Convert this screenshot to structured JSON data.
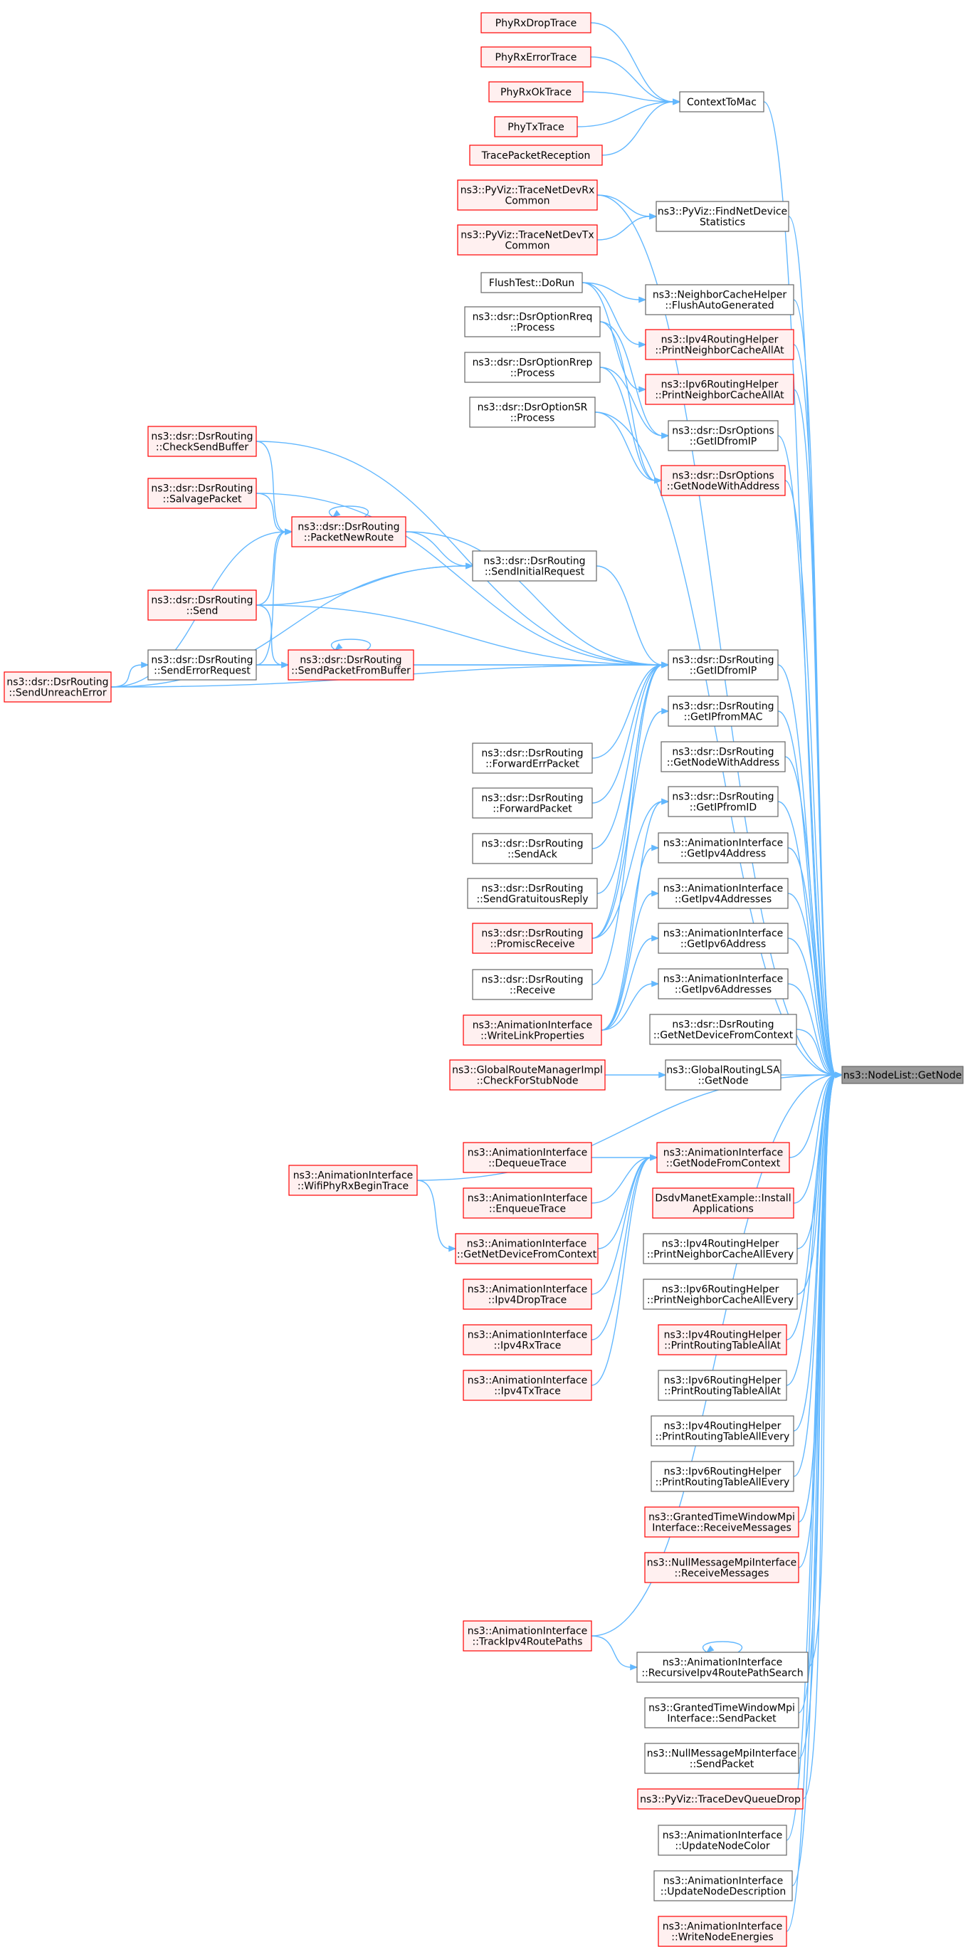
{
  "colors": {
    "edge": "#63b8ff",
    "red_border": "#ff0000",
    "red_fill": "#fff0f0",
    "gray_fill": "#999999",
    "default_border": "#666666"
  },
  "nodes": {
    "PhyRxDropTrace": {
      "lines": [
        "PhyRxDropTrace"
      ],
      "style": "red"
    },
    "PhyRxErrorTrace": {
      "lines": [
        "PhyRxErrorTrace"
      ],
      "style": "red"
    },
    "PhyRxOkTrace": {
      "lines": [
        "PhyRxOkTrace"
      ],
      "style": "red"
    },
    "PhyTxTrace": {
      "lines": [
        "PhyTxTrace"
      ],
      "style": "red"
    },
    "TracePacketReception": {
      "lines": [
        "TracePacketReception"
      ],
      "style": "red"
    },
    "ContextToMac": {
      "lines": [
        "ContextToMac"
      ],
      "style": "normal"
    },
    "TraceNetDevRxCommon": {
      "lines": [
        "ns3::PyViz::TraceNetDevRx",
        "Common"
      ],
      "style": "red"
    },
    "TraceNetDevTxCommon": {
      "lines": [
        "ns3::PyViz::TraceNetDevTx",
        "Common"
      ],
      "style": "red"
    },
    "FindNetDeviceStatistics": {
      "lines": [
        "ns3::PyViz::FindNetDevice",
        "Statistics"
      ],
      "style": "normal"
    },
    "FlushTestDoRun": {
      "lines": [
        "FlushTest::DoRun"
      ],
      "style": "normal"
    },
    "FlushAutoGenerated": {
      "lines": [
        "ns3::NeighborCacheHelper",
        "::FlushAutoGenerated"
      ],
      "style": "normal"
    },
    "Ipv4PrintNeighborCacheAllAt": {
      "lines": [
        "ns3::Ipv4RoutingHelper",
        "::PrintNeighborCacheAllAt"
      ],
      "style": "red"
    },
    "Ipv6PrintNeighborCacheAllAt": {
      "lines": [
        "ns3::Ipv6RoutingHelper",
        "::PrintNeighborCacheAllAt"
      ],
      "style": "red"
    },
    "DsrOptionRreqProcess": {
      "lines": [
        "ns3::dsr::DsrOptionRreq",
        "::Process"
      ],
      "style": "normal"
    },
    "DsrOptionRrepProcess": {
      "lines": [
        "ns3::dsr::DsrOptionRrep",
        "::Process"
      ],
      "style": "normal"
    },
    "DsrOptionSRProcess": {
      "lines": [
        "ns3::dsr::DsrOptionSR",
        "::Process"
      ],
      "style": "normal"
    },
    "DsrOptionsGetIDfromIP": {
      "lines": [
        "ns3::dsr::DsrOptions",
        "::GetIDfromIP"
      ],
      "style": "normal"
    },
    "DsrOptionsGetNodeWithAddress": {
      "lines": [
        "ns3::dsr::DsrOptions",
        "::GetNodeWithAddress"
      ],
      "style": "red"
    },
    "CheckSendBuffer": {
      "lines": [
        "ns3::dsr::DsrRouting",
        "::CheckSendBuffer"
      ],
      "style": "red"
    },
    "SalvagePacket": {
      "lines": [
        "ns3::dsr::DsrRouting",
        "::SalvagePacket"
      ],
      "style": "red"
    },
    "PacketNewRoute": {
      "lines": [
        "ns3::dsr::DsrRouting",
        "::PacketNewRoute"
      ],
      "style": "red"
    },
    "SendInitialRequest": {
      "lines": [
        "ns3::dsr::DsrRouting",
        "::SendInitialRequest"
      ],
      "style": "normal"
    },
    "Send": {
      "lines": [
        "ns3::dsr::DsrRouting",
        "::Send"
      ],
      "style": "red"
    },
    "SendErrorRequest": {
      "lines": [
        "ns3::dsr::DsrRouting",
        "::SendErrorRequest"
      ],
      "style": "normal"
    },
    "SendPacketFromBuffer": {
      "lines": [
        "ns3::dsr::DsrRouting",
        "::SendPacketFromBuffer"
      ],
      "style": "red"
    },
    "SendUnreachError": {
      "lines": [
        "ns3::dsr::DsrRouting",
        "::SendUnreachError"
      ],
      "style": "red"
    },
    "DsrRoutingGetIDfromIP": {
      "lines": [
        "ns3::dsr::DsrRouting",
        "::GetIDfromIP"
      ],
      "style": "normal"
    },
    "GetIPfromMAC": {
      "lines": [
        "ns3::dsr::DsrRouting",
        "::GetIPfromMAC"
      ],
      "style": "normal"
    },
    "DsrRoutingGetNodeWithAddress": {
      "lines": [
        "ns3::dsr::DsrRouting",
        "::GetNodeWithAddress"
      ],
      "style": "normal"
    },
    "GetIPfromID": {
      "lines": [
        "ns3::dsr::DsrRouting",
        "::GetIPfromID"
      ],
      "style": "normal"
    },
    "ForwardErrPacket": {
      "lines": [
        "ns3::dsr::DsrRouting",
        "::ForwardErrPacket"
      ],
      "style": "normal"
    },
    "ForwardPacket": {
      "lines": [
        "ns3::dsr::DsrRouting",
        "::ForwardPacket"
      ],
      "style": "normal"
    },
    "SendAck": {
      "lines": [
        "ns3::dsr::DsrRouting",
        "::SendAck"
      ],
      "style": "normal"
    },
    "SendGratuitousReply": {
      "lines": [
        "ns3::dsr::DsrRouting",
        "::SendGratuitousReply"
      ],
      "style": "normal"
    },
    "PromiscReceive": {
      "lines": [
        "ns3::dsr::DsrRouting",
        "::PromiscReceive"
      ],
      "style": "red"
    },
    "Receive": {
      "lines": [
        "ns3::dsr::DsrRouting",
        "::Receive"
      ],
      "style": "normal"
    },
    "WriteLinkProperties": {
      "lines": [
        "ns3::AnimationInterface",
        "::WriteLinkProperties"
      ],
      "style": "red"
    },
    "GetIpv4Address": {
      "lines": [
        "ns3::AnimationInterface",
        "::GetIpv4Address"
      ],
      "style": "normal"
    },
    "GetIpv4Addresses": {
      "lines": [
        "ns3::AnimationInterface",
        "::GetIpv4Addresses"
      ],
      "style": "normal"
    },
    "GetIpv6Address": {
      "lines": [
        "ns3::AnimationInterface",
        "::GetIpv6Address"
      ],
      "style": "normal"
    },
    "GetIpv6Addresses": {
      "lines": [
        "ns3::AnimationInterface",
        "::GetIpv6Addresses"
      ],
      "style": "normal"
    },
    "GetNetDeviceFromContextDsr": {
      "lines": [
        "ns3::dsr::DsrRouting",
        "::GetNetDeviceFromContext"
      ],
      "style": "normal"
    },
    "CheckForStubNode": {
      "lines": [
        "ns3::GlobalRouteManagerImpl",
        "::CheckForStubNode"
      ],
      "style": "red"
    },
    "GlobalRoutingLSAGetNode": {
      "lines": [
        "ns3::GlobalRoutingLSA",
        "::GetNode"
      ],
      "style": "normal"
    },
    "NodeListGetNode": {
      "lines": [
        "ns3::NodeList::GetNode"
      ],
      "style": "gray"
    },
    "WifiPhyRxBeginTrace": {
      "lines": [
        "ns3::AnimationInterface",
        "::WifiPhyRxBeginTrace"
      ],
      "style": "red"
    },
    "DequeueTrace": {
      "lines": [
        "ns3::AnimationInterface",
        "::DequeueTrace"
      ],
      "style": "red"
    },
    "EnqueueTrace": {
      "lines": [
        "ns3::AnimationInterface",
        "::EnqueueTrace"
      ],
      "style": "red"
    },
    "AnimGetNetDeviceFromContext": {
      "lines": [
        "ns3::AnimationInterface",
        "::GetNetDeviceFromContext"
      ],
      "style": "red"
    },
    "Ipv4DropTrace": {
      "lines": [
        "ns3::AnimationInterface",
        "::Ipv4DropTrace"
      ],
      "style": "red"
    },
    "Ipv4RxTrace": {
      "lines": [
        "ns3::AnimationInterface",
        "::Ipv4RxTrace"
      ],
      "style": "red"
    },
    "Ipv4TxTrace": {
      "lines": [
        "ns3::AnimationInterface",
        "::Ipv4TxTrace"
      ],
      "style": "red"
    },
    "GetNodeFromContext": {
      "lines": [
        "ns3::AnimationInterface",
        "::GetNodeFromContext"
      ],
      "style": "red"
    },
    "DsdvInstallApplications": {
      "lines": [
        "DsdvManetExample::Install",
        "Applications"
      ],
      "style": "red"
    },
    "Ipv4PrintNeighborCacheAllEvery": {
      "lines": [
        "ns3::Ipv4RoutingHelper",
        "::PrintNeighborCacheAllEvery"
      ],
      "style": "normal"
    },
    "Ipv6PrintNeighborCacheAllEvery": {
      "lines": [
        "ns3::Ipv6RoutingHelper",
        "::PrintNeighborCacheAllEvery"
      ],
      "style": "normal"
    },
    "Ipv4PrintRoutingTableAllAt": {
      "lines": [
        "ns3::Ipv4RoutingHelper",
        "::PrintRoutingTableAllAt"
      ],
      "style": "red"
    },
    "Ipv6PrintRoutingTableAllAt": {
      "lines": [
        "ns3::Ipv6RoutingHelper",
        "::PrintRoutingTableAllAt"
      ],
      "style": "normal"
    },
    "Ipv4PrintRoutingTableAllEvery": {
      "lines": [
        "ns3::Ipv4RoutingHelper",
        "::PrintRoutingTableAllEvery"
      ],
      "style": "normal"
    },
    "Ipv6PrintRoutingTableAllEvery": {
      "lines": [
        "ns3::Ipv6RoutingHelper",
        "::PrintRoutingTableAllEvery"
      ],
      "style": "normal"
    },
    "GrantedReceiveMessages": {
      "lines": [
        "ns3::GrantedTimeWindowMpi",
        "Interface::ReceiveMessages"
      ],
      "style": "red"
    },
    "NullReceiveMessages": {
      "lines": [
        "ns3::NullMessageMpiInterface",
        "::ReceiveMessages"
      ],
      "style": "red"
    },
    "TrackIpv4RoutePaths": {
      "lines": [
        "ns3::AnimationInterface",
        "::TrackIpv4RoutePaths"
      ],
      "style": "red"
    },
    "RecursiveIpv4RoutePathSearch": {
      "lines": [
        "ns3::AnimationInterface",
        "::RecursiveIpv4RoutePathSearch"
      ],
      "style": "normal"
    },
    "GrantedSendPacket": {
      "lines": [
        "ns3::GrantedTimeWindowMpi",
        "Interface::SendPacket"
      ],
      "style": "normal"
    },
    "NullSendPacket": {
      "lines": [
        "ns3::NullMessageMpiInterface",
        "::SendPacket"
      ],
      "style": "normal"
    },
    "TraceDevQueueDrop": {
      "lines": [
        "ns3::PyViz::TraceDevQueueDrop"
      ],
      "style": "red"
    },
    "UpdateNodeColor": {
      "lines": [
        "ns3::AnimationInterface",
        "::UpdateNodeColor"
      ],
      "style": "normal"
    },
    "UpdateNodeDescription": {
      "lines": [
        "ns3::AnimationInterface",
        "::UpdateNodeDescription"
      ],
      "style": "normal"
    },
    "WriteNodeEnergies": {
      "lines": [
        "ns3::AnimationInterface",
        "::WriteNodeEnergies"
      ],
      "style": "red"
    }
  },
  "edges": [
    [
      "PhyRxDropTrace",
      "ContextToMac"
    ],
    [
      "PhyRxErrorTrace",
      "ContextToMac"
    ],
    [
      "PhyRxOkTrace",
      "ContextToMac"
    ],
    [
      "PhyTxTrace",
      "ContextToMac"
    ],
    [
      "TracePacketReception",
      "ContextToMac"
    ],
    [
      "TraceNetDevRxCommon",
      "FindNetDeviceStatistics"
    ],
    [
      "TraceNetDevTxCommon",
      "FindNetDeviceStatistics"
    ],
    [
      "FlushTestDoRun",
      "FlushAutoGenerated"
    ],
    [
      "FlushTestDoRun",
      "Ipv4PrintNeighborCacheAllAt"
    ],
    [
      "FlushTestDoRun",
      "Ipv6PrintNeighborCacheAllAt"
    ],
    [
      "DsrOptionRreqProcess",
      "DsrOptionsGetIDfromIP"
    ],
    [
      "DsrOptionRreqProcess",
      "DsrOptionsGetNodeWithAddress"
    ],
    [
      "DsrOptionRrepProcess",
      "DsrOptionsGetIDfromIP"
    ],
    [
      "DsrOptionRrepProcess",
      "DsrOptionsGetNodeWithAddress"
    ],
    [
      "DsrOptionSRProcess",
      "DsrOptionsGetNodeWithAddress"
    ],
    [
      "CheckSendBuffer",
      "PacketNewRoute"
    ],
    [
      "SalvagePacket",
      "PacketNewRoute"
    ],
    [
      "Send",
      "PacketNewRoute"
    ],
    [
      "SendErrorRequest",
      "PacketNewRoute"
    ],
    [
      "SendUnreachError",
      "PacketNewRoute"
    ],
    [
      "PacketNewRoute",
      "PacketNewRoute"
    ],
    [
      "PacketNewRoute",
      "SendInitialRequest"
    ],
    [
      "Send",
      "SendInitialRequest"
    ],
    [
      "SendUnreachError",
      "SendInitialRequest"
    ],
    [
      "Send",
      "SendPacketFromBuffer"
    ],
    [
      "SendErrorRequest",
      "SendPacketFromBuffer"
    ],
    [
      "SendPacketFromBuffer",
      "SendPacketFromBuffer"
    ],
    [
      "SendUnreachError",
      "SendErrorRequest"
    ],
    [
      "CheckSendBuffer",
      "DsrRoutingGetIDfromIP"
    ],
    [
      "SalvagePacket",
      "DsrRoutingGetIDfromIP"
    ],
    [
      "PacketNewRoute",
      "DsrRoutingGetIDfromIP"
    ],
    [
      "SendInitialRequest",
      "DsrRoutingGetIDfromIP"
    ],
    [
      "Send",
      "DsrRoutingGetIDfromIP"
    ],
    [
      "SendErrorRequest",
      "DsrRoutingGetIDfromIP"
    ],
    [
      "SendPacketFromBuffer",
      "DsrRoutingGetIDfromIP"
    ],
    [
      "SendUnreachError",
      "DsrRoutingGetIDfromIP"
    ],
    [
      "ForwardErrPacket",
      "DsrRoutingGetIDfromIP"
    ],
    [
      "ForwardPacket",
      "DsrRoutingGetIDfromIP"
    ],
    [
      "SendAck",
      "DsrRoutingGetIDfromIP"
    ],
    [
      "SendGratuitousReply",
      "DsrRoutingGetIDfromIP"
    ],
    [
      "PromiscReceive",
      "DsrRoutingGetIDfromIP"
    ],
    [
      "Receive",
      "DsrRoutingGetIDfromIP"
    ],
    [
      "PromiscReceive",
      "GetIPfromMAC"
    ],
    [
      "PromiscReceive",
      "GetIPfromID"
    ],
    [
      "WriteLinkProperties",
      "GetIPfromID"
    ],
    [
      "WriteLinkProperties",
      "GetIpv4Address"
    ],
    [
      "WriteLinkProperties",
      "GetIpv4Addresses"
    ],
    [
      "WriteLinkProperties",
      "GetIpv6Address"
    ],
    [
      "WriteLinkProperties",
      "GetIpv6Addresses"
    ],
    [
      "CheckForStubNode",
      "GlobalRoutingLSAGetNode"
    ],
    [
      "DequeueTrace",
      "GetNodeFromContext"
    ],
    [
      "EnqueueTrace",
      "GetNodeFromContext"
    ],
    [
      "AnimGetNetDeviceFromContext",
      "GetNodeFromContext"
    ],
    [
      "Ipv4DropTrace",
      "GetNodeFromContext"
    ],
    [
      "Ipv4RxTrace",
      "GetNodeFromContext"
    ],
    [
      "Ipv4TxTrace",
      "GetNodeFromContext"
    ],
    [
      "WifiPhyRxBeginTrace",
      "AnimGetNetDeviceFromContext"
    ],
    [
      "TrackIpv4RoutePaths",
      "RecursiveIpv4RoutePathSearch"
    ],
    [
      "RecursiveIpv4RoutePathSearch",
      "RecursiveIpv4RoutePathSearch"
    ],
    [
      "ContextToMac",
      "NodeListGetNode"
    ],
    [
      "TraceNetDevRxCommon",
      "NodeListGetNode"
    ],
    [
      "FindNetDeviceStatistics",
      "NodeListGetNode"
    ],
    [
      "FlushAutoGenerated",
      "NodeListGetNode"
    ],
    [
      "Ipv4PrintNeighborCacheAllAt",
      "NodeListGetNode"
    ],
    [
      "Ipv6PrintNeighborCacheAllAt",
      "NodeListGetNode"
    ],
    [
      "DsrOptionsGetIDfromIP",
      "NodeListGetNode"
    ],
    [
      "DsrOptionsGetNodeWithAddress",
      "NodeListGetNode"
    ],
    [
      "DsrOptionSRProcess",
      "NodeListGetNode"
    ],
    [
      "DsrRoutingGetIDfromIP",
      "NodeListGetNode"
    ],
    [
      "GetIPfromMAC",
      "NodeListGetNode"
    ],
    [
      "DsrRoutingGetNodeWithAddress",
      "NodeListGetNode"
    ],
    [
      "GetIPfromID",
      "NodeListGetNode"
    ],
    [
      "GetIpv4Address",
      "NodeListGetNode"
    ],
    [
      "GetIpv4Addresses",
      "NodeListGetNode"
    ],
    [
      "GetIpv6Address",
      "NodeListGetNode"
    ],
    [
      "GetIpv6Addresses",
      "NodeListGetNode"
    ],
    [
      "GetNetDeviceFromContextDsr",
      "NodeListGetNode"
    ],
    [
      "GlobalRoutingLSAGetNode",
      "NodeListGetNode"
    ],
    [
      "WifiPhyRxBeginTrace",
      "NodeListGetNode"
    ],
    [
      "GetNodeFromContext",
      "NodeListGetNode"
    ],
    [
      "DsdvInstallApplications",
      "NodeListGetNode"
    ],
    [
      "Ipv4PrintNeighborCacheAllEvery",
      "NodeListGetNode"
    ],
    [
      "Ipv6PrintNeighborCacheAllEvery",
      "NodeListGetNode"
    ],
    [
      "Ipv4PrintRoutingTableAllAt",
      "NodeListGetNode"
    ],
    [
      "Ipv6PrintRoutingTableAllAt",
      "NodeListGetNode"
    ],
    [
      "Ipv4PrintRoutingTableAllEvery",
      "NodeListGetNode"
    ],
    [
      "Ipv6PrintRoutingTableAllEvery",
      "NodeListGetNode"
    ],
    [
      "GrantedReceiveMessages",
      "NodeListGetNode"
    ],
    [
      "NullReceiveMessages",
      "NodeListGetNode"
    ],
    [
      "TrackIpv4RoutePaths",
      "NodeListGetNode"
    ],
    [
      "RecursiveIpv4RoutePathSearch",
      "NodeListGetNode"
    ],
    [
      "GrantedSendPacket",
      "NodeListGetNode"
    ],
    [
      "NullSendPacket",
      "NodeListGetNode"
    ],
    [
      "TraceDevQueueDrop",
      "NodeListGetNode"
    ],
    [
      "UpdateNodeColor",
      "NodeListGetNode"
    ],
    [
      "UpdateNodeDescription",
      "NodeListGetNode"
    ],
    [
      "WriteNodeEnergies",
      "NodeListGetNode"
    ]
  ]
}
